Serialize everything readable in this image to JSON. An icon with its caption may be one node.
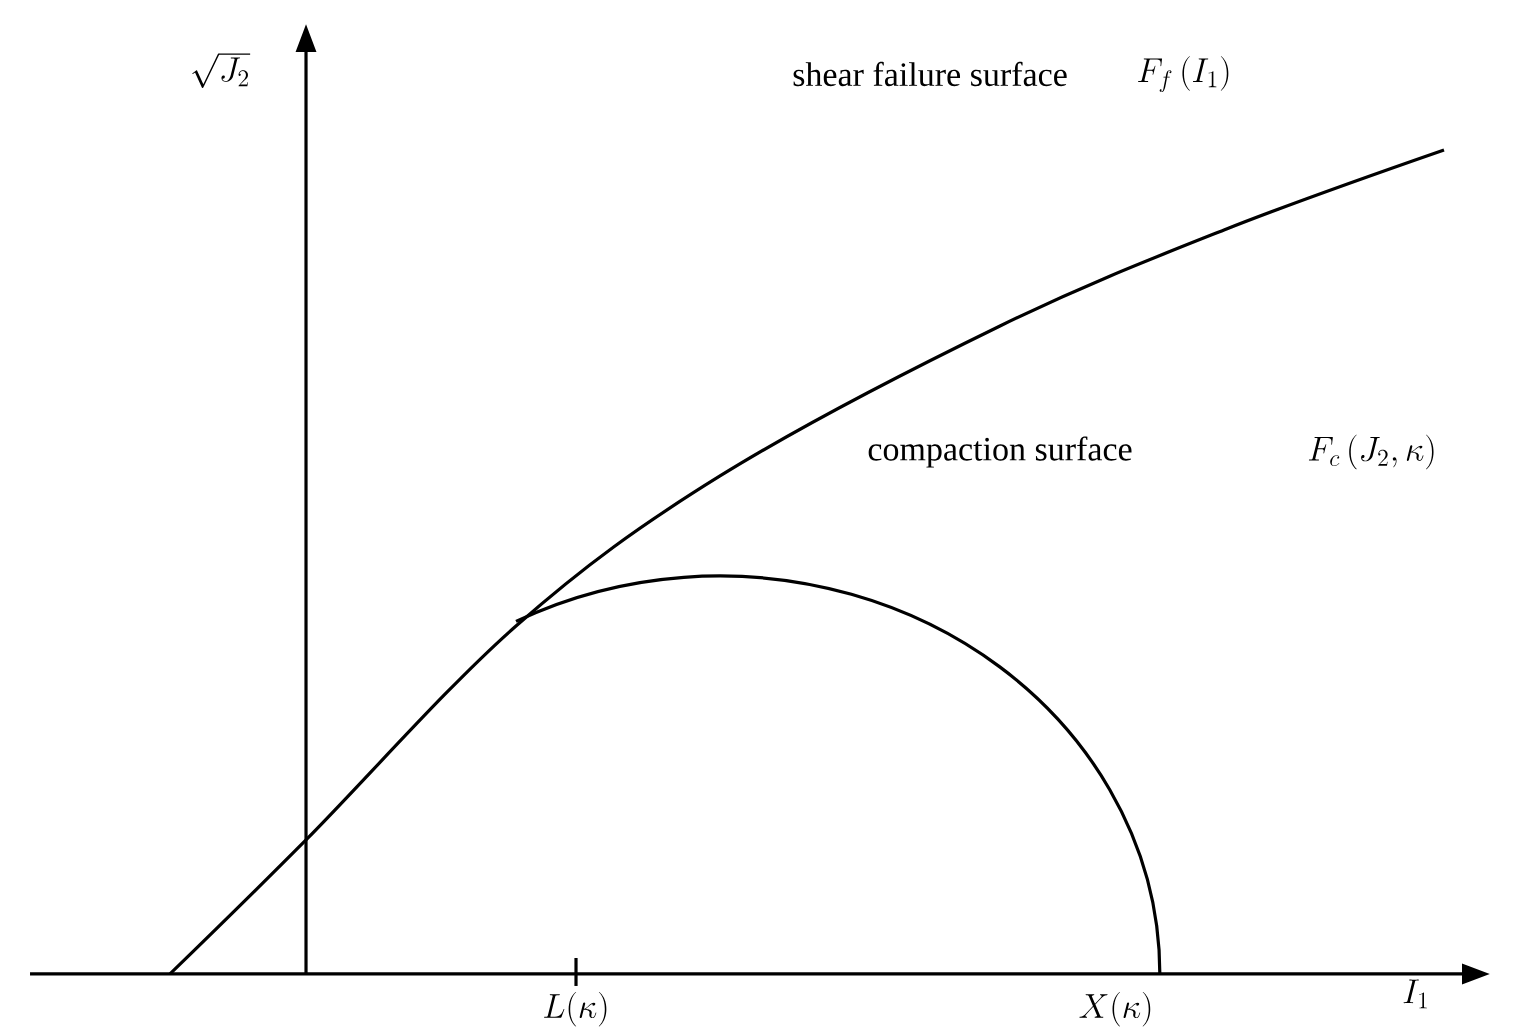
{
  "diagram": {
    "labels": [
      "\\sqrt{J_2}",
      "shear failure surface",
      "F_f\\left(I_1\\right)",
      "compaction surface",
      "F_c\\left(J_2,\\kappa\\right)",
      "L(\\kappa)",
      "X(\\kappa)",
      "I_1"
    ]
  }
}
